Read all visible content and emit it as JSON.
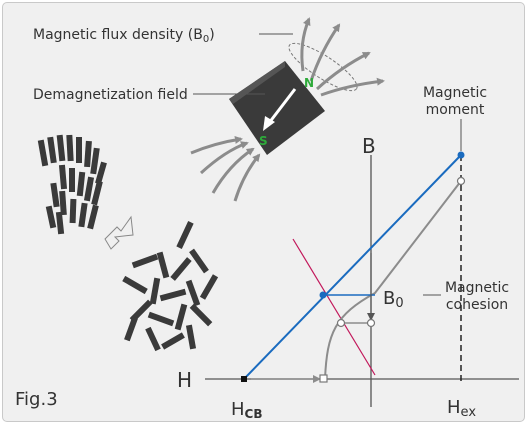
{
  "figure": {
    "label": "Fig.3",
    "colors": {
      "background": "#f0f0f0",
      "magnetic_moment_line": "#1a6bbf",
      "demagnetization_line": "#c2185b",
      "curve": "#8c8c8c",
      "magnet_body": "#3a3a3a",
      "pole_label": "#2eaa3a"
    }
  },
  "magnet_illustration": {
    "flux_label": "Magnetic flux density (B",
    "flux_label_sub": "0",
    "flux_label_close": ")",
    "demag_label": "Demagnetization field",
    "north_label": "N",
    "south_label": "S"
  },
  "graph": {
    "b_axis_label": "B",
    "h_axis_label": "H",
    "hcb_label": "H",
    "hcb_sub": "CB",
    "hex_label": "H",
    "hex_sub": "ex",
    "b0_label": "B",
    "b0_sub": "0",
    "moment_label_line1": "Magnetic",
    "moment_label_line2": "moment",
    "cohesion_label_line1": "Magnetic",
    "cohesion_label_line2": "cohesion"
  }
}
